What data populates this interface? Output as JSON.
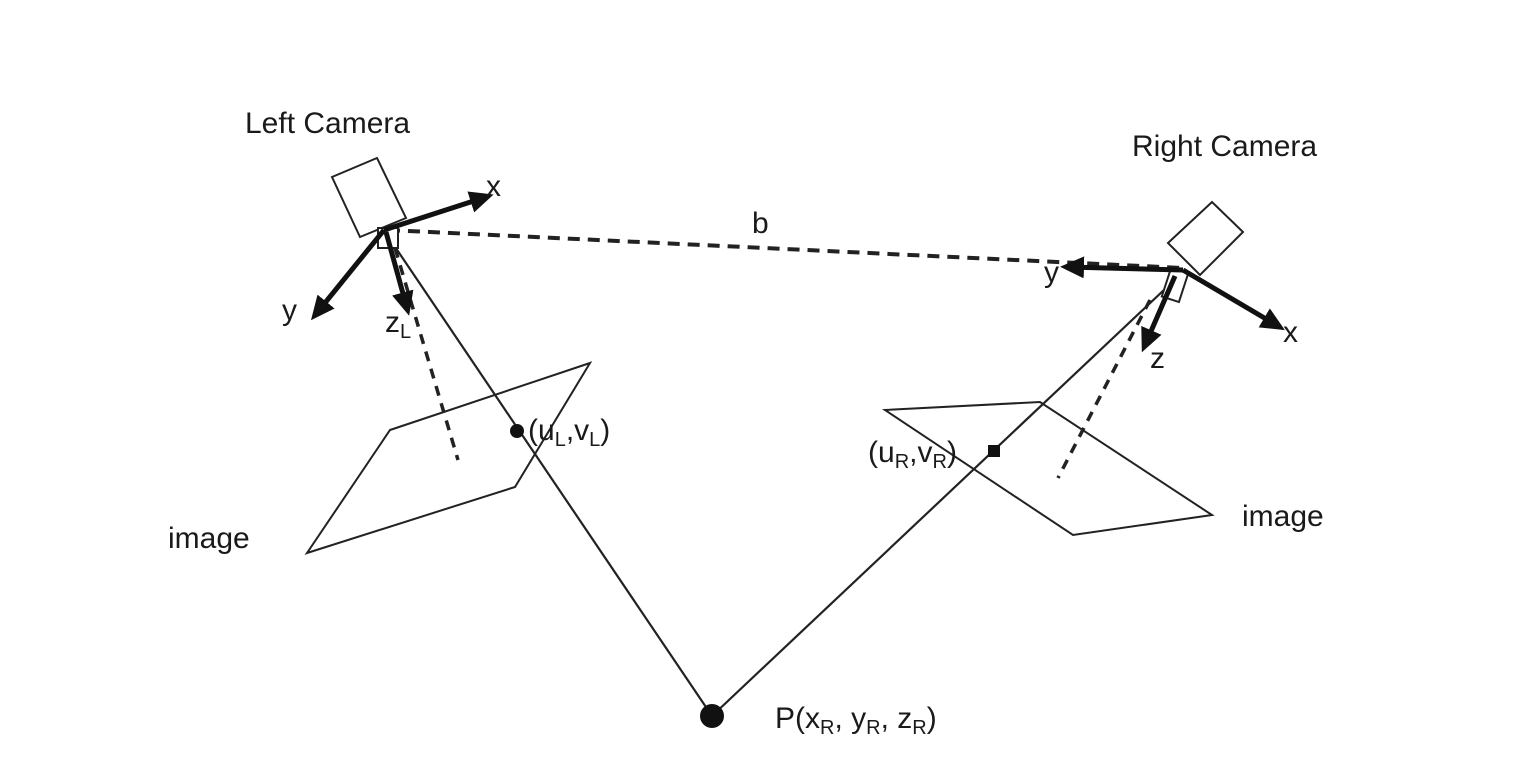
{
  "labels": {
    "left_camera": "Left Camera",
    "right_camera": "Right Camera",
    "baseline": "b",
    "left_x": "x",
    "left_y": "y",
    "left_z": "z",
    "left_z_sub": "L",
    "right_x": "x",
    "right_y": "y",
    "right_z": "z",
    "left_image": "image",
    "right_image": "image",
    "left_point": {
      "open": "(u",
      "u_sub": "L",
      "mid": ",v",
      "v_sub": "L",
      "close": ")"
    },
    "right_point": {
      "open": "(u",
      "u_sub": "R",
      "mid": ",v",
      "v_sub": "R",
      "close": ")"
    },
    "world_point": {
      "pre": "P(x",
      "x_sub": "R",
      "y": ",  y",
      "y_sub": "R",
      "z": ", z",
      "z_sub": "R",
      "close": ")"
    }
  },
  "colors": {
    "line": "#222222",
    "background": "#ffffff"
  }
}
